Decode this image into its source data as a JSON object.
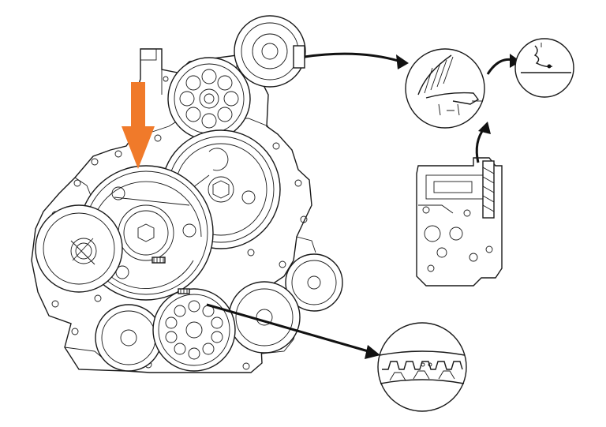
{
  "diagram": {
    "colors": {
      "line": "#1a1a1a",
      "indicator_arrow": "#f07a2a",
      "background": "#ffffff"
    },
    "indicator": {
      "icon": "down-arrow-icon",
      "points_to": "idler-gear"
    },
    "callouts": [
      {
        "from": "upper-pulley",
        "to": "detail-gear-mark"
      },
      {
        "from": "detail-gear-mark",
        "to": "detail-tooth-closeup"
      },
      {
        "from": "camshaft-section",
        "to": "detail-gear-mark"
      },
      {
        "from": "crank-gear",
        "to": "detail-tooth-mesh"
      }
    ]
  }
}
